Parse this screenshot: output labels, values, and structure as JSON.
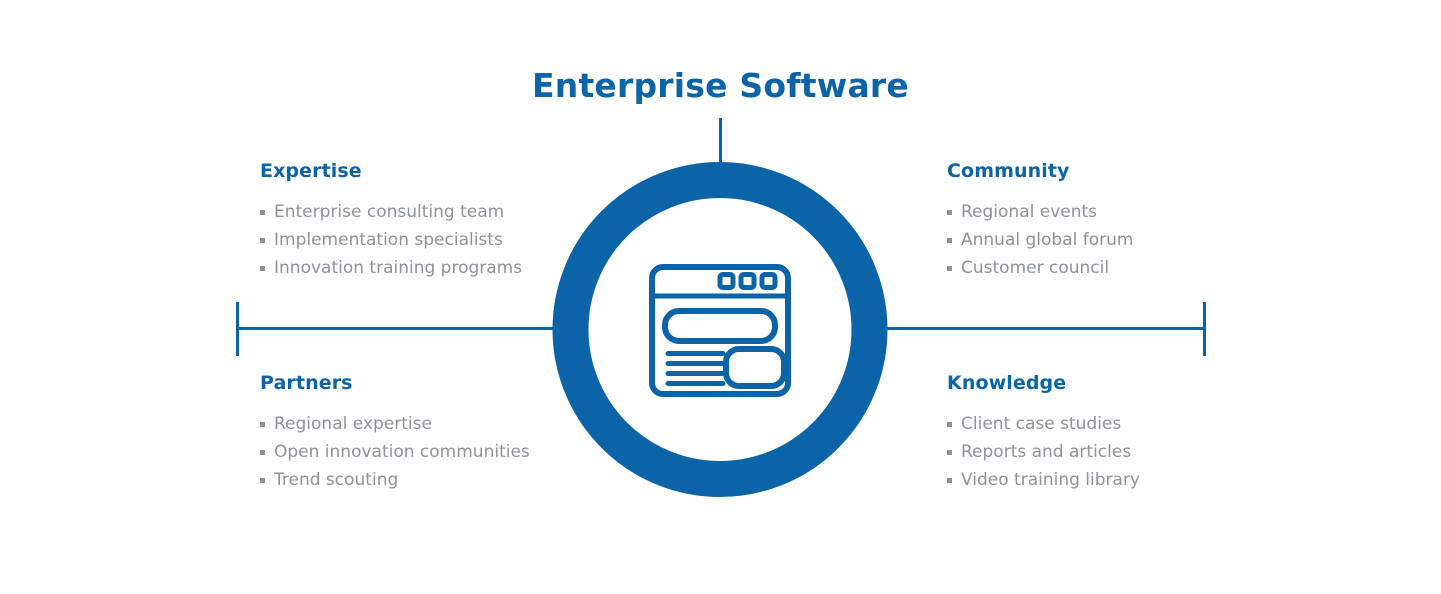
{
  "diagram": {
    "center": {
      "title": "Enterprise Software",
      "icon": "application-window-icon"
    },
    "colors": {
      "brand_blue": "#0b63a8",
      "body_gray": "#8a929c",
      "background": "#ffffff"
    },
    "quadrants": [
      {
        "id": "expertise",
        "heading": "Expertise",
        "items": [
          "Enterprise consulting team",
          "Implementation specialists",
          "Innovation training programs"
        ]
      },
      {
        "id": "community",
        "heading": "Community",
        "items": [
          "Regional events",
          "Annual global forum",
          "Customer council"
        ]
      },
      {
        "id": "partners",
        "heading": "Partners",
        "items": [
          "Regional expertise",
          "Open innovation communities",
          "Trend scouting"
        ]
      },
      {
        "id": "knowledge",
        "heading": "Knowledge",
        "items": [
          "Client case studies",
          "Reports and articles",
          "Video training library"
        ]
      }
    ]
  }
}
